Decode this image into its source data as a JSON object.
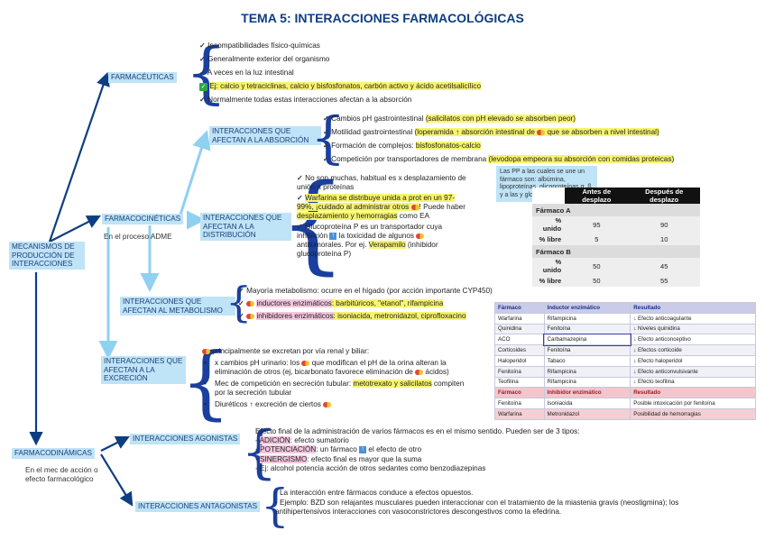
{
  "title": "TEMA 5: INTERACCIONES FARMACOLÓGICAS",
  "root": "MECANISMOS DE PRODUCCIÓN DE INTERACCIONES",
  "farmaceuticas": {
    "label": "FARMACÉUTICAS",
    "items": [
      "Incompatibilidades físico-químicas",
      "Generalmente exterior del organismo",
      "A veces en la luz intestinal",
      "Ej: calcio y tetraciclinas, calcio y bisfosfonatos, carbón activo y ácido acetilsalicílico",
      "Normalmente todas estas interacciones afectan a la absorción"
    ]
  },
  "farmacocineticas": {
    "label": "FARMACOCINÉTICAS",
    "note": "En el proceso ADME",
    "absorcion": {
      "label": "INTERACCIONES QUE AFECTAN A LA ABSORCIÓN",
      "i1a": "Cambios pH gastrointestinal ",
      "i1b": "(salicilatos con pH elevado se absorben peor)",
      "i2a": "Motilidad gastrointestinal ",
      "i2b": "(loperamida ↑ absorción intestinal de ",
      "i2c": " que se absorben a nivel intestinal)",
      "i3a": "Formación de complejos: ",
      "i3b": "bisfosfonatos-calcio",
      "i4a": "Competición por transportadores de membrana ",
      "i4b": "(levodopa empeora su absorción con comidas proteicas)"
    },
    "distribucion": {
      "label": "INTERACCIONES QUE AFECTAN A LA DISTRIBUCIÓN",
      "p1": "No son muchas, habitual es x desplazamiento de unión a proteínas",
      "p2a": "Warfarina se distribuye unida a prot en un 97-99%, ¡cuidado al administrar otros ",
      "p2b": "! Puede haber ",
      "p2c": "desplazamiento y hemorragias",
      "p2d": " como EA",
      "p3a": "Glucoproteína P es un transportador cuya inhibición ",
      "p3b": " la toxicidad de algunos ",
      "p3c": " antitumorales. Por ej. ",
      "p3d": "Verapamilo",
      "p3e": " (inhibidor glucoproteína P)",
      "info": "Las PP a las cuales se une un fármaco son: albúmina, lipoproteínas, glicoproteínas α, ß, γ a las y globulinas."
    },
    "metabolismo": {
      "label": "INTERACCIONES QUE AFECTAN AL METABOLISMO",
      "m1": "Mayoría metabolismo: ocurre en el hígado (por acción importante CYP450)",
      "m2a": "inductores enzimáticos",
      "m2b": ": barbitúricos, \"etanol\", rifampicina",
      "m3a": "inhibidores enzimáticos",
      "m3b": ": isoniacida, metronidazol, ciprofloxacino"
    },
    "excrecion": {
      "label": "INTERACCIONES QUE AFECTAN A LA EXCRECIÓN",
      "e0": " principalmente se excretan por vía renal y biliar:",
      "e1a": "x cambios pH urinario: los ",
      "e1b": " que modifican el pH de la orina alteran la eliminación de otros (ej, bicarbonato favorece eliminación de ",
      "e1c": " ácidos)",
      "e2a": "Mec de competición en secreción tubular: ",
      "e2b": "metotrexato y salicilatos",
      "e2c": " compiten por la secreción tubular",
      "e3a": "Diuréticos ↑ excreción de ciertos "
    }
  },
  "farmacodinamicas": {
    "label": "FARMACODINÁMICAS",
    "note": "En el mec de acción o efecto farmacológico",
    "agonistas": {
      "label": "INTERACCIONES AGONISTAS",
      "intro": "Efecto final de la administración de varios fármacos es en el mismo sentido. Pueden ser de 3 tipos:",
      "a1a": "ADICIÓN",
      "a1b": ": efecto sumatorio",
      "a2a": "POTENCIACIÓN",
      "a2b": ": un fármaco ",
      "a2c": " el efecto de otro",
      "a3a": "SINERGISMO",
      "a3b": ": efecto final es mayor que la suma",
      "a4": "- Ej: alcohol potencia acción de otros sedantes como benzodiazepinas"
    },
    "antagonistas": {
      "label": "INTERACCIONES ANTAGONISTAS",
      "l1": "- La interacción entre fármacos conduce a efectos opuestos.",
      "l2": "- Ejemplo: BZD son relajantes musculares pueden interaccionar con el tratamiento de la miastenia gravis (neostigmina); los",
      "l3": "antihipertensivos interacciones con vasoconstrictores descongestivos como la efedrina."
    }
  },
  "table_union": {
    "headers": [
      "",
      "Antes de desplazo",
      "Después de desplazo"
    ],
    "groups": [
      {
        "name": "Fármaco A",
        "rows": [
          [
            "% unido",
            "95",
            "90"
          ],
          [
            "% libre",
            "5",
            "10"
          ]
        ]
      },
      {
        "name": "Fármaco B",
        "rows": [
          [
            "% unido",
            "50",
            "45"
          ],
          [
            "% libre",
            "50",
            "55"
          ]
        ]
      }
    ]
  },
  "table_enzimas": {
    "header1": [
      "Fármaco",
      "Inductor enzimático",
      "Resultado"
    ],
    "rows1": [
      [
        "Warfarina",
        "Rifampicina",
        "↓ Efecto anticoagulante"
      ],
      [
        "Quinidina",
        "Fenitoína",
        "↓ Niveles quinidina"
      ],
      [
        "ACO",
        "Carbamazepina",
        "↓ Efecto anticonceptivo"
      ],
      [
        "Corticoides",
        "Fenitoína",
        "↓ Efectos corticoide"
      ],
      [
        "Haloperidol",
        "Tabaco",
        "↓ Efecto haloperidol"
      ],
      [
        "Fenitoína",
        "Rifampicina",
        "↓ Efecto anticonvulsivante"
      ],
      [
        "Teofilina",
        "Rifampicina",
        "↓ Efecto teofilina"
      ]
    ],
    "header2": [
      "Fármaco",
      "Inhibidor enzimático",
      "Resultado"
    ],
    "rows2": [
      [
        "Fenitoína",
        "Isoniacida",
        "Posible intoxicación por fenitoína"
      ],
      [
        "Warfarina",
        "Metronidazol",
        "Posibilidad de hemorragias"
      ]
    ]
  },
  "colors": {
    "title": "#0e3e82",
    "box": "#bfe3f7",
    "arrow": "#0e3e82",
    "light_arrow": "#8fd1f0",
    "highlight": "#f7f46d",
    "pink": "#f4c6df"
  }
}
